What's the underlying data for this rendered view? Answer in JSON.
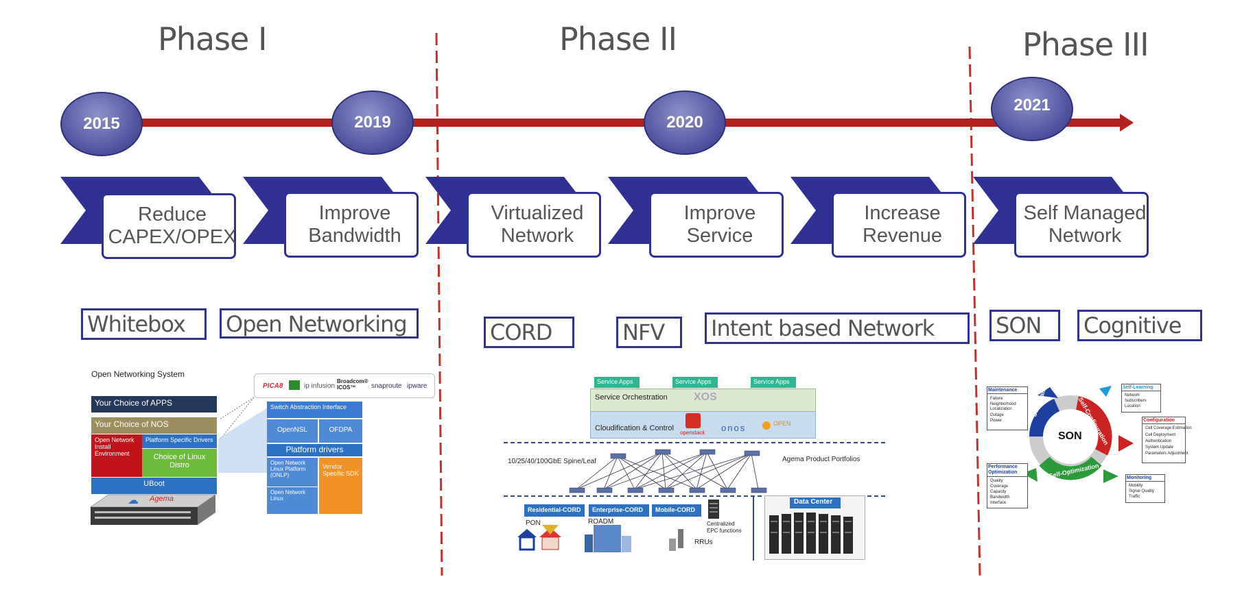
{
  "phases": [
    "Phase I",
    "Phase II",
    "Phase III"
  ],
  "years": [
    "2015",
    "2019",
    "2020",
    "2021"
  ],
  "goals": [
    [
      "Reduce",
      "CAPEX/OPEX"
    ],
    [
      "Improve",
      "Bandwidth"
    ],
    [
      "Virtualized",
      "Network"
    ],
    [
      "Improve",
      "Service"
    ],
    [
      "Increase",
      "Revenue"
    ],
    [
      "Self Managed",
      "Network"
    ]
  ],
  "technologies": [
    "Whitebox",
    "Open Networking",
    "CORD",
    "NFV",
    "Intent based Network",
    "SON",
    "Cognitive"
  ],
  "colors": {
    "timeline": "#b3201e",
    "navy": "#2e3192",
    "divider": "#c0302c"
  },
  "phase1": {
    "title": "Open Networking System",
    "apps": "Your Choice of APPS",
    "nos": "Your Choice of NOS",
    "onie": "Open Network Install Environment",
    "psd": "Platform Specific Drivers",
    "distro": "Choice of Linux Distro",
    "uboot": "UBoot",
    "brand": "Agema",
    "vendors": [
      "PICA8",
      "ip infusion",
      "Broadcom® ICOS™",
      "snaproute",
      "ipware"
    ],
    "sai": "Switch Abstraction Interface",
    "opennsl": "OpenNSL",
    "ofdpa": "OFDPA",
    "platform_drivers": "Platform drivers",
    "onlp": "Open Network Linux Platform (ONLP)",
    "vendor_sdk": "Vendor Specific SDK",
    "onl": "Open Network Linux"
  },
  "phase2": {
    "service_apps": [
      "Service Apps",
      "Service Apps",
      "Service Apps"
    ],
    "orchestration": "Service Orchestration",
    "xos": "XOS",
    "cloud": "Cloudification & Control",
    "openstack": "openstack",
    "onos": "onos",
    "open": "OPEN",
    "spine": "10/25/40/100GbE Spine/Leaf",
    "portfolio": "Agema Product Portfolios",
    "cords": [
      "Residential-CORD",
      "Enterprise-CORD",
      "Mobile-CORD"
    ],
    "pon": "PON",
    "roadm": "ROADM",
    "epc": "Centralized EPC functions",
    "rrus": "RRUs",
    "datacenter": "Data Center"
  },
  "phase3": {
    "center": "SON",
    "ring": [
      "Self-Healing",
      "Self-Configuration",
      "Self-Optimization"
    ],
    "maintenance": {
      "title": "Maintenance",
      "items": [
        "Failure",
        "Neighborhood Localization",
        "Outage",
        "Power"
      ]
    },
    "learning": {
      "title": "Self-Learning",
      "items": [
        "Network",
        "Subscribers",
        "Location"
      ]
    },
    "configuration": {
      "title": "Configuration",
      "items": [
        "Cell Coverage Estimation",
        "Cell Deployment",
        "Authentication",
        "System Update",
        "Parameters Adjustment"
      ]
    },
    "performance": {
      "title": "Performance Optimization",
      "items": [
        "Quality",
        "Coverage",
        "Capacity",
        "Bandwidth",
        "Interface"
      ]
    },
    "monitoring": {
      "title": "Monitoring",
      "items": [
        "Mobility",
        "Signal Quality",
        "Traffic"
      ]
    }
  }
}
